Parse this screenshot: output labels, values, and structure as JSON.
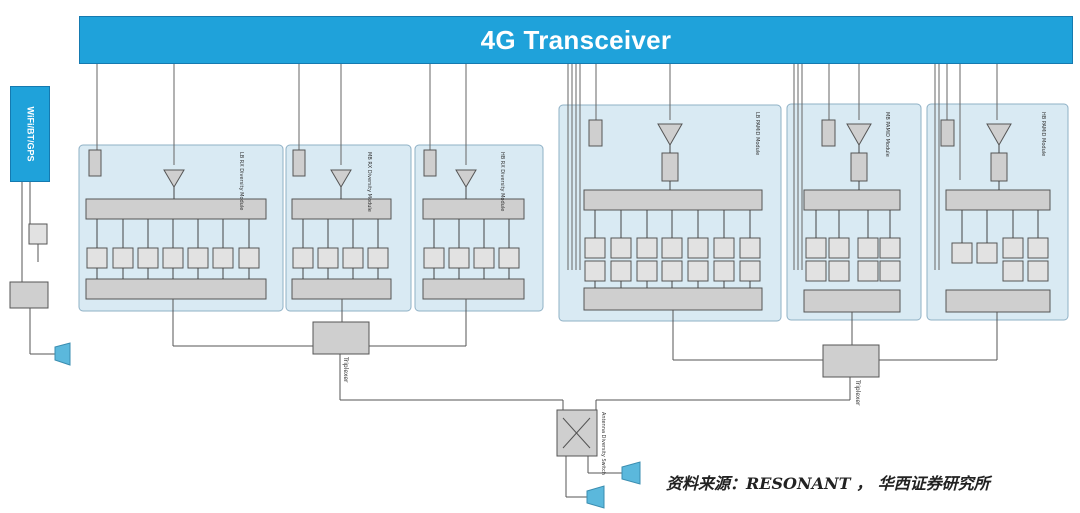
{
  "transceiver": {
    "label": "4G Transceiver"
  },
  "wifi": {
    "label": "WiFi/BT/GPS"
  },
  "modules": {
    "lb_rx": "LB RX Diversity Module",
    "mb_rx": "MB RX Diversity Module",
    "hb_rx": "HB RX Diversity Module",
    "lb_pamid": "LB PAMiD Module",
    "mb_pamid": "MB PAMiD Module",
    "hb_pamid": "HB PAMiD Module"
  },
  "labels": {
    "triplexer": "Triplexer",
    "antenna_switch": "Antenna Diversity Switch"
  },
  "caption": "资料来源：RESONANT ， 华西证券研究所"
}
